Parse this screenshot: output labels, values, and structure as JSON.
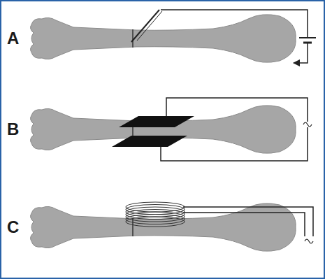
{
  "diagram": {
    "labels": [
      "A",
      "B",
      "C"
    ]
  }
}
